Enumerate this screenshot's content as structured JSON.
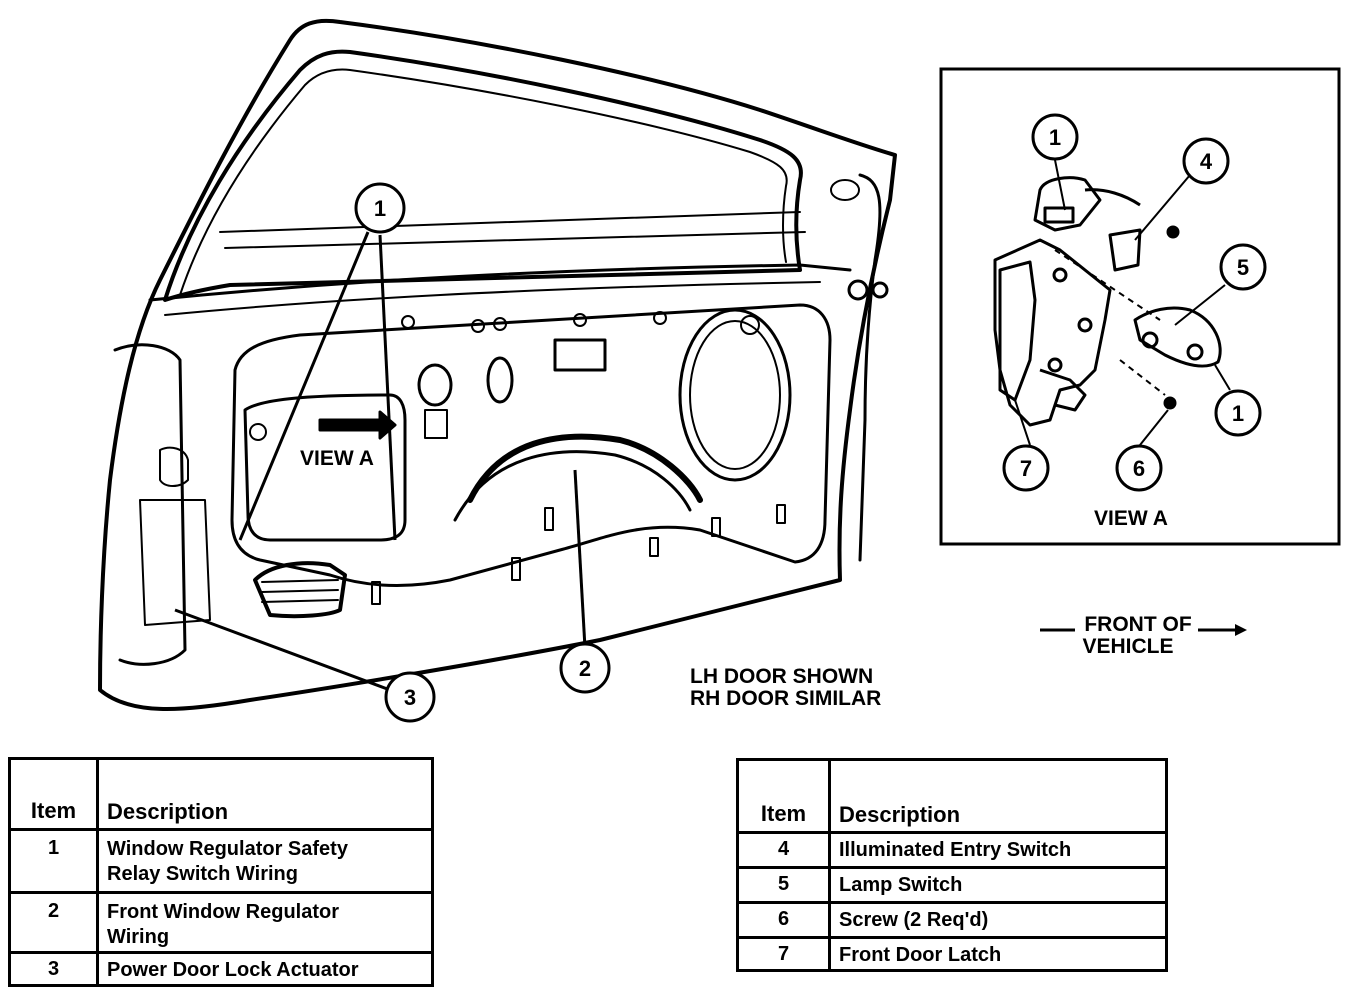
{
  "view_a": {
    "title": "VIEW A",
    "callouts": [
      "1",
      "4",
      "5",
      "1",
      "6",
      "7"
    ]
  },
  "door": {
    "view_a_label": "VIEW A",
    "callouts": [
      "1",
      "2",
      "3"
    ]
  },
  "note": {
    "line1": "LH DOOR SHOWN",
    "line2": "RH DOOR SIMILAR"
  },
  "front_label": {
    "line1": "FRONT OF",
    "line2": "VEHICLE"
  },
  "table_left": {
    "headers": [
      "Item",
      "Description"
    ],
    "rows": [
      {
        "item": "1",
        "desc_lines": [
          "Window Regulator Safety",
          "Relay Switch Wiring"
        ]
      },
      {
        "item": "2",
        "desc_lines": [
          "Front Window Regulator",
          "Wiring"
        ]
      },
      {
        "item": "3",
        "desc_lines": [
          "Power Door Lock Actuator"
        ]
      }
    ]
  },
  "table_right": {
    "headers": [
      "Item",
      "Description"
    ],
    "rows": [
      {
        "item": "4",
        "desc": "Illuminated Entry Switch"
      },
      {
        "item": "5",
        "desc": "Lamp Switch"
      },
      {
        "item": "6",
        "desc": "Screw (2 Req'd)"
      },
      {
        "item": "7",
        "desc": "Front Door Latch"
      }
    ]
  },
  "colors": {
    "ink": "#000000",
    "paper": "#ffffff"
  }
}
